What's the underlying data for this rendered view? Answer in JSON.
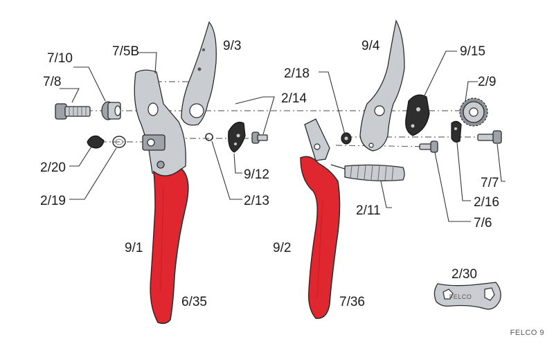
{
  "parts": [
    {
      "id": "lbl_7_10",
      "text": "7/10"
    },
    {
      "id": "lbl_7_8",
      "text": "7/8"
    },
    {
      "id": "lbl_7_5b",
      "text": "7/5B"
    },
    {
      "id": "lbl_9_3",
      "text": "9/3"
    },
    {
      "id": "lbl_2_14",
      "text": "2/14"
    },
    {
      "id": "lbl_2_20",
      "text": "2/20"
    },
    {
      "id": "lbl_2_19",
      "text": "2/19"
    },
    {
      "id": "lbl_9_12",
      "text": "9/12"
    },
    {
      "id": "lbl_2_13",
      "text": "2/13"
    },
    {
      "id": "lbl_9_1",
      "text": "9/1"
    },
    {
      "id": "lbl_6_35",
      "text": "6/35"
    },
    {
      "id": "lbl_9_4",
      "text": "9/4"
    },
    {
      "id": "lbl_9_15",
      "text": "9/15"
    },
    {
      "id": "lbl_2_18",
      "text": "2/18"
    },
    {
      "id": "lbl_2_9",
      "text": "2/9"
    },
    {
      "id": "lbl_7_7",
      "text": "7/7"
    },
    {
      "id": "lbl_2_16",
      "text": "2/16"
    },
    {
      "id": "lbl_2_11",
      "text": "2/11"
    },
    {
      "id": "lbl_7_6",
      "text": "7/6"
    },
    {
      "id": "lbl_9_2",
      "text": "9/2"
    },
    {
      "id": "lbl_7_36",
      "text": "7/36"
    },
    {
      "id": "lbl_2_30",
      "text": "2/30"
    }
  ],
  "brand_caption": "FELCO 9",
  "key_engraving": "FELCO",
  "colors": {
    "handle_red": "#e0262f",
    "metal_light": "#c9ccd1",
    "metal_dark": "#9ea3aa",
    "part_black": "#2e2e2e"
  }
}
